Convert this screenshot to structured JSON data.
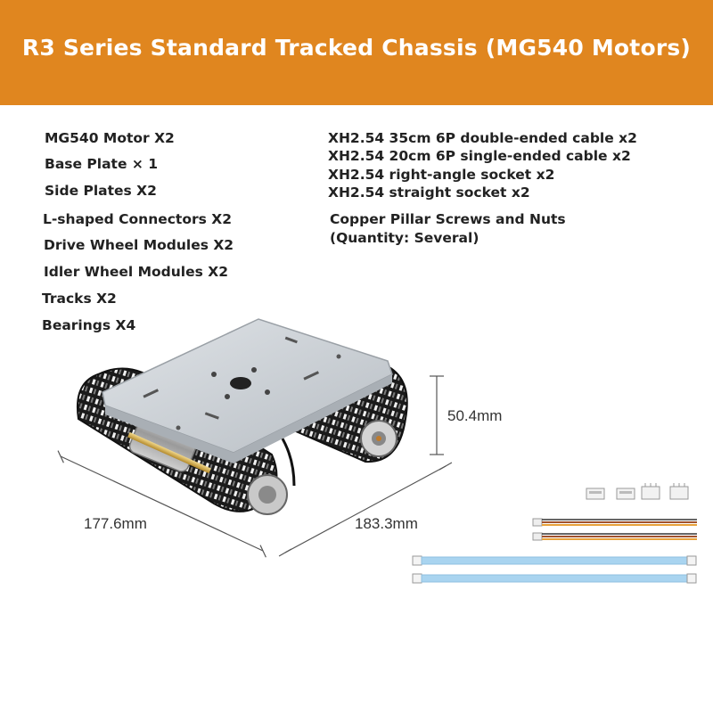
{
  "header": {
    "title": "R3 Series Standard Tracked Chassis (MG540 Motors)"
  },
  "parts_left": [
    "MG540 Motor X2",
    "Base Plate × 1",
    "Side Plates X2",
    "L-shaped Connectors X2",
    "Drive Wheel Modules X2",
    "Idler Wheel Modules X2",
    "Tracks X2",
    "Bearings X4"
  ],
  "parts_right": [
    "XH2.54 35cm 6P double-ended cable x2",
    "XH2.54 20cm 6P single-ended cable x2",
    "XH2.54 right-angle socket x2",
    "XH2.54 straight socket x2",
    "Copper Pillar Screws and Nuts",
    "(Quantity: Several)"
  ],
  "dimensions": {
    "height": "50.4mm",
    "width": "177.6mm",
    "length": "183.3mm"
  },
  "colors": {
    "header": "#e0861f",
    "header_text": "#ffffff",
    "plate": "#c9ced3",
    "track": "#1b1b1b",
    "cable_blue": "#a9d4f0"
  }
}
